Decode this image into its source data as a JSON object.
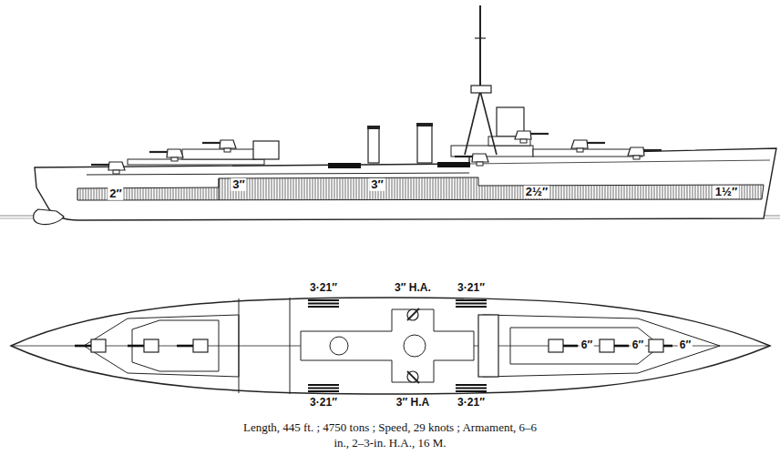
{
  "diagram": {
    "caption": "Length, 445 ft. ; 4750 tons ; Speed, 29 knots ; Armament, 6–6 in., 2–3-in. H.A., 16 M.",
    "labels": [
      "2″",
      "3″",
      "3″",
      "2½″",
      "1½″",
      "3·21″",
      "3″ H.A.",
      "3·21″",
      "3·21″",
      "3″ H.A",
      "3·21″",
      "6″",
      "6″",
      "6″"
    ]
  }
}
